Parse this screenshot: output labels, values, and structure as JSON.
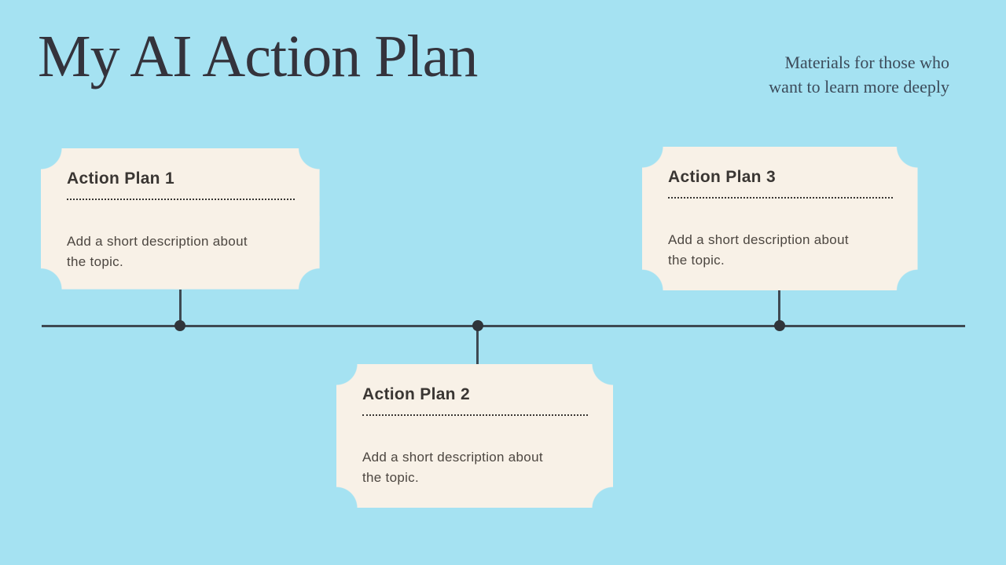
{
  "header": {
    "title": "My AI Action Plan",
    "subtitle_line1": "Materials for those who",
    "subtitle_line2": "want to learn more deeply"
  },
  "cards": [
    {
      "heading": "Action Plan 1",
      "description": "Add a short description about the topic."
    },
    {
      "heading": "Action Plan 2",
      "description": "Add a short description about the topic."
    },
    {
      "heading": "Action Plan 3",
      "description": "Add a short description about the topic."
    }
  ],
  "colors": {
    "background": "#A5E2F2",
    "card_background": "#F8F1E7",
    "timeline_line": "#3E4952",
    "timeline_dot": "#30343A",
    "title_text": "#34333C",
    "subtitle_text": "#3C4B5A",
    "card_heading_text": "#3A3633",
    "card_body_text": "#4C4640"
  }
}
